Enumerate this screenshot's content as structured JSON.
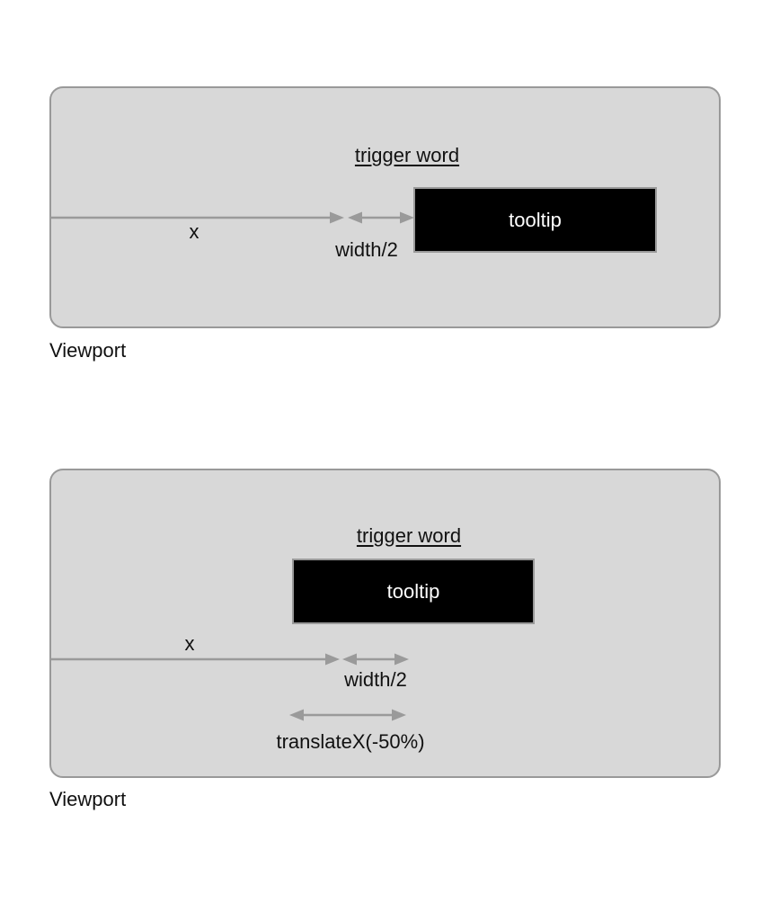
{
  "colors": {
    "background": "#ffffff",
    "viewport_fill": "#d8d8d8",
    "viewport_border": "#999999",
    "arrow": "#9a9a9a",
    "tooltip_fill": "#000000",
    "tooltip_border": "#999999",
    "tooltip_text": "#ffffff",
    "label_text": "#111111"
  },
  "figures": [
    {
      "id": "static-position",
      "trigger_label": "trigger word",
      "tooltip_label": "tooltip",
      "x_label": "x",
      "half_width_label": "width/2",
      "viewport_label": "Viewport"
    },
    {
      "id": "translated-position",
      "trigger_label": "trigger word",
      "tooltip_label": "tooltip",
      "x_label": "x",
      "half_width_label": "width/2",
      "translate_label": "translateX(-50%)",
      "viewport_label": "Viewport"
    }
  ]
}
